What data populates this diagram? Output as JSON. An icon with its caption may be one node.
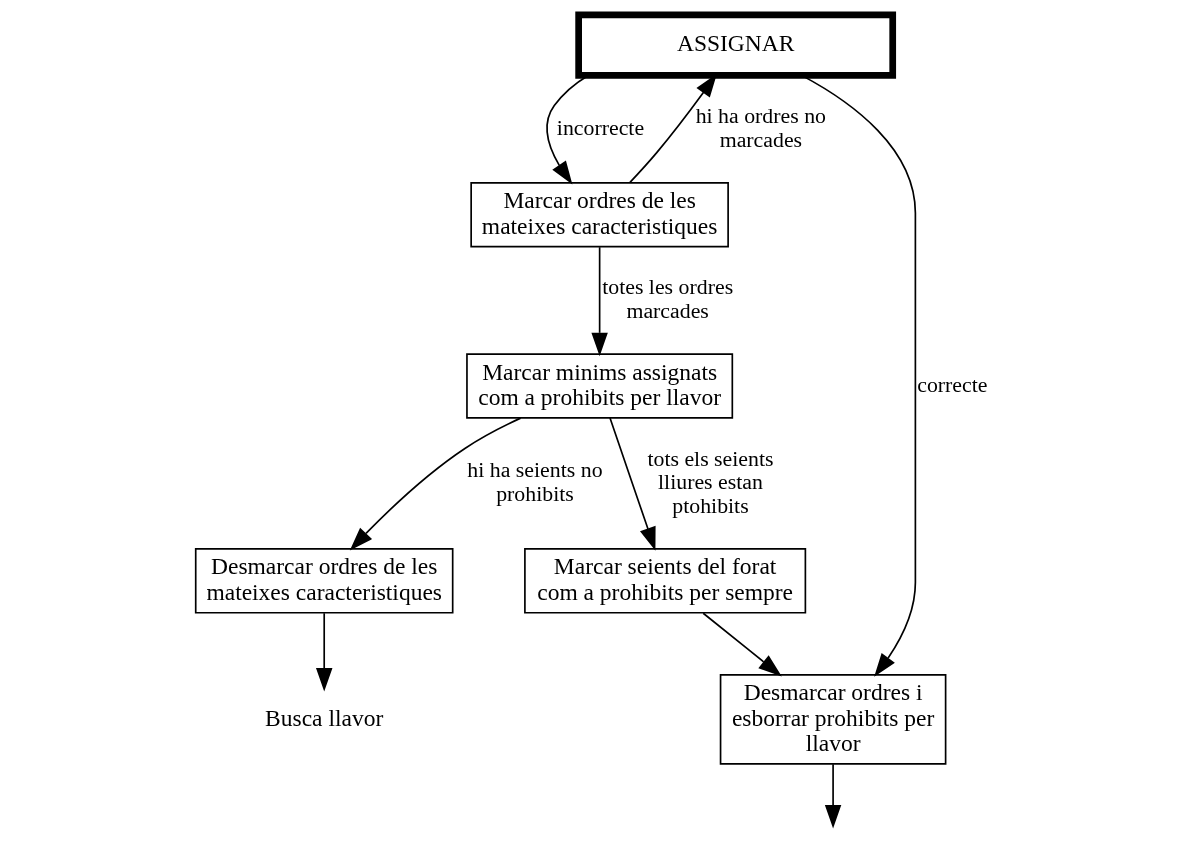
{
  "diagram": {
    "nodes": [
      {
        "text": [
          "ASSIGNAR"
        ]
      },
      {
        "text": [
          "Marcar ordres de les mateixes caracteristiques"
        ]
      },
      {
        "text": [
          "Marcar minims assignats com a prohibits per llavor"
        ]
      },
      {
        "text": [
          "Marcar seients del forat com a prohibits per sempre"
        ]
      },
      {
        "text": [
          "Desmarcar ordres de les mateixes caracteristiques"
        ]
      },
      {
        "text": [
          "Busca llavor"
        ]
      },
      {
        "text": [
          "Desmarcar ordres i esborrar prohibits per llavor"
        ]
      }
    ],
    "edges": [
      {
        "from": 0,
        "to": 1,
        "arrow": "to",
        "label": "incorrecte"
      },
      {
        "from": 1,
        "to": 0,
        "arrow": "to",
        "label": "hi ha ordres no marcades"
      },
      {
        "from": 0,
        "to": 6,
        "arrow": "to",
        "label": "correcte"
      },
      {
        "from": 1,
        "to": 2,
        "arrow": "to",
        "label": "totes les ordres marcades"
      },
      {
        "from": 2,
        "to": 3,
        "arrow": "to",
        "label": "tots els seients lliures estan ptohibits"
      },
      {
        "from": 2,
        "to": 4,
        "arrow": "to",
        "label": "hi ha seients no prohibits"
      },
      {
        "from": 3,
        "to": 6,
        "arrow": "to"
      },
      {
        "from": 4,
        "to": 5,
        "arrow": "to"
      },
      {
        "from": 6,
        "to": null,
        "arrow": "to"
      }
    ]
  }
}
